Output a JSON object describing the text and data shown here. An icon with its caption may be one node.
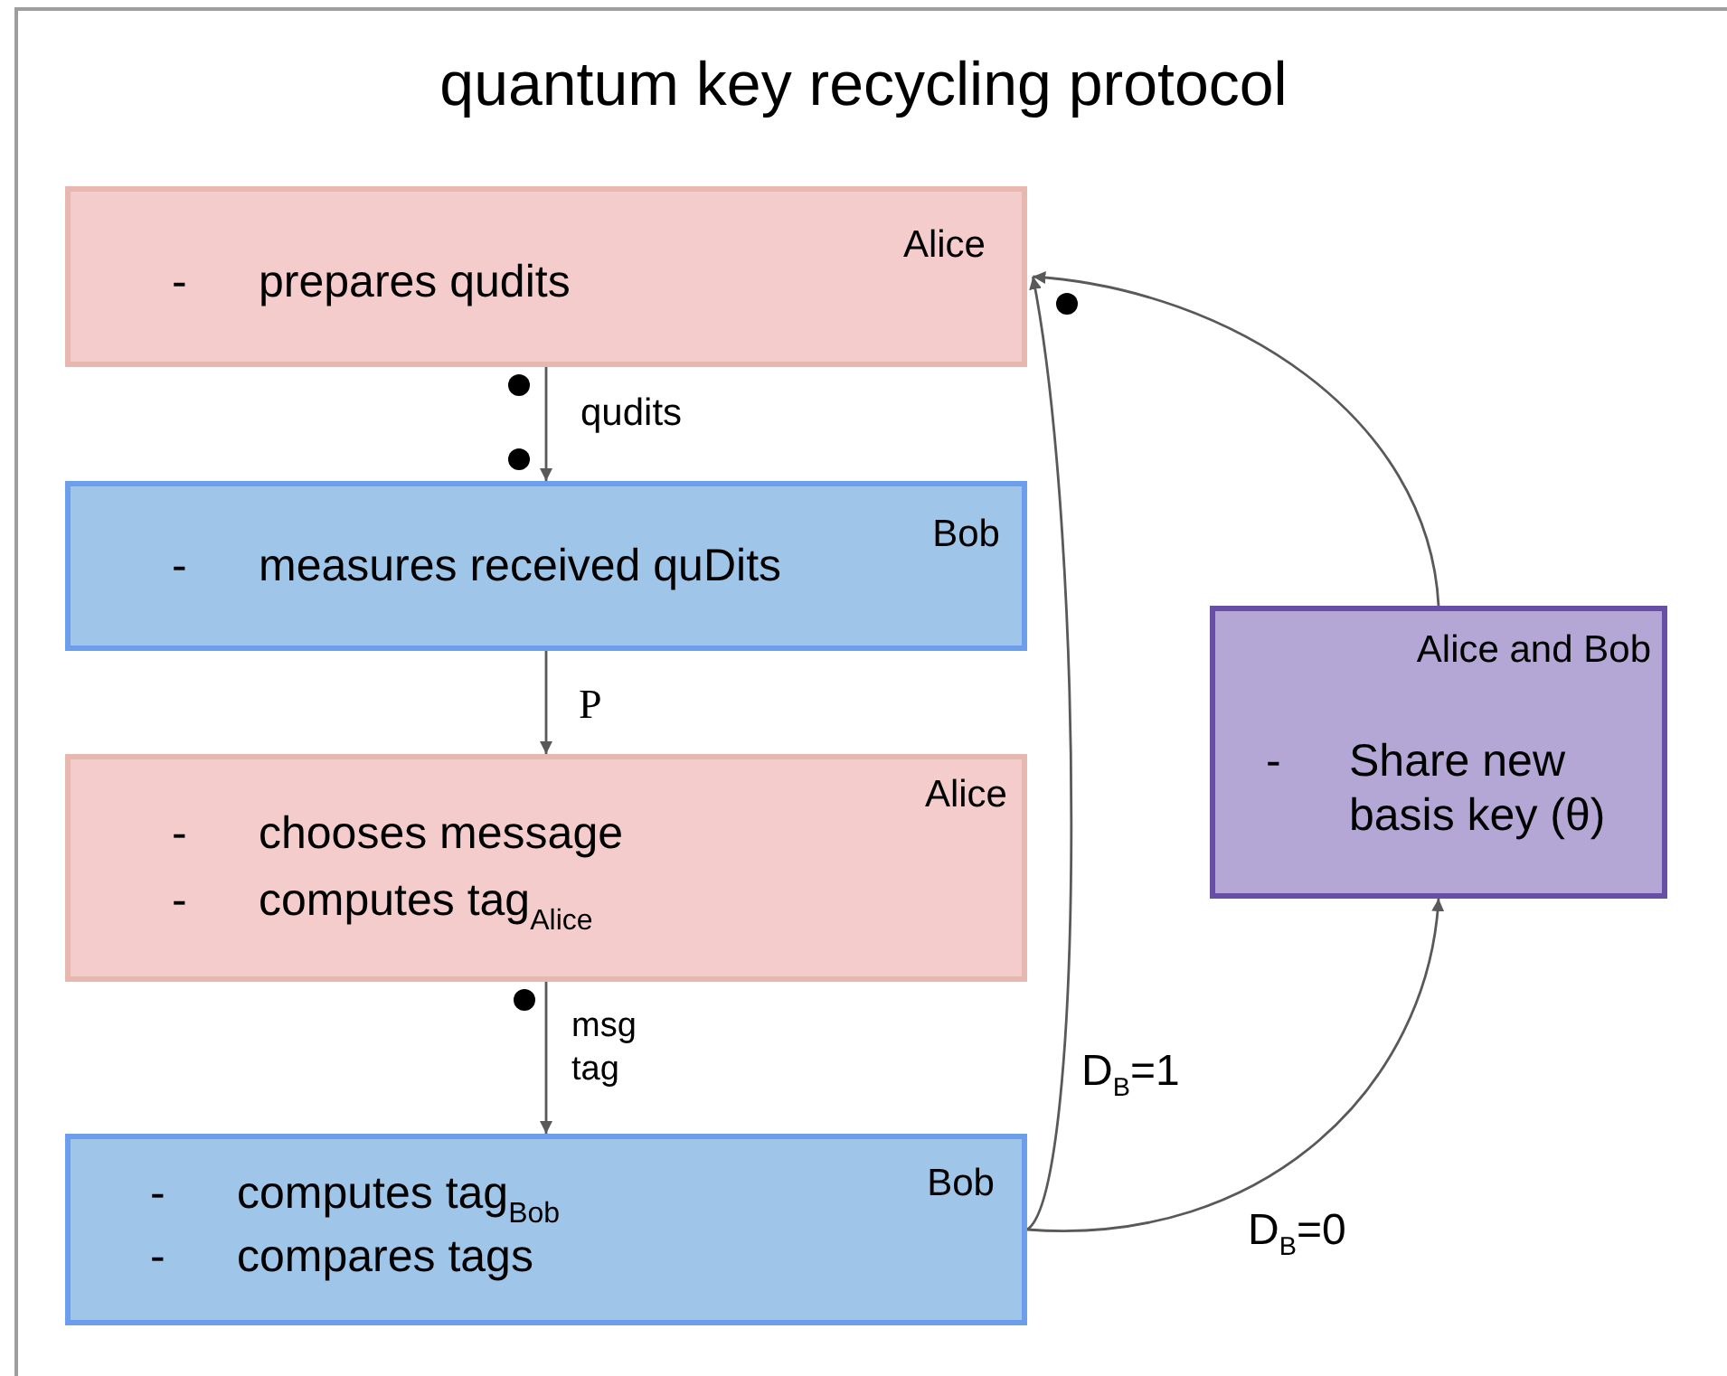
{
  "diagram": {
    "title": "quantum key recycling protocol",
    "nodes": [
      {
        "text": [
          "Alice",
          "- prepares qudits"
        ]
      },
      {
        "text": [
          "Bob",
          "- measures received quDits"
        ]
      },
      {
        "text": [
          "Alice",
          "- chooses message",
          "- computes tag$_{Alice}$"
        ]
      },
      {
        "text": [
          "- computes tag$_{Bob}$",
          "Bob",
          "- compares tags"
        ]
      },
      {
        "text": [
          "Alice and Bob",
          "- Share new basis key (θ)"
        ]
      }
    ],
    "edges": [
      {
        "from": 0,
        "to": 1,
        "arrow": "to",
        "label": "qudits"
      },
      {
        "from": 1,
        "to": 2,
        "arrow": "to",
        "label": "P"
      },
      {
        "from": 2,
        "to": 3,
        "arrow": "to",
        "label": "msg tag"
      },
      {
        "from": 3,
        "to": 0,
        "arrow": "to",
        "label": "D$_{B}$=1"
      },
      {
        "from": 3,
        "to": 4,
        "arrow": "to",
        "label": "D$_{B}$=0"
      },
      {
        "from": 4,
        "to": 0,
        "arrow": "to"
      }
    ]
  }
}
